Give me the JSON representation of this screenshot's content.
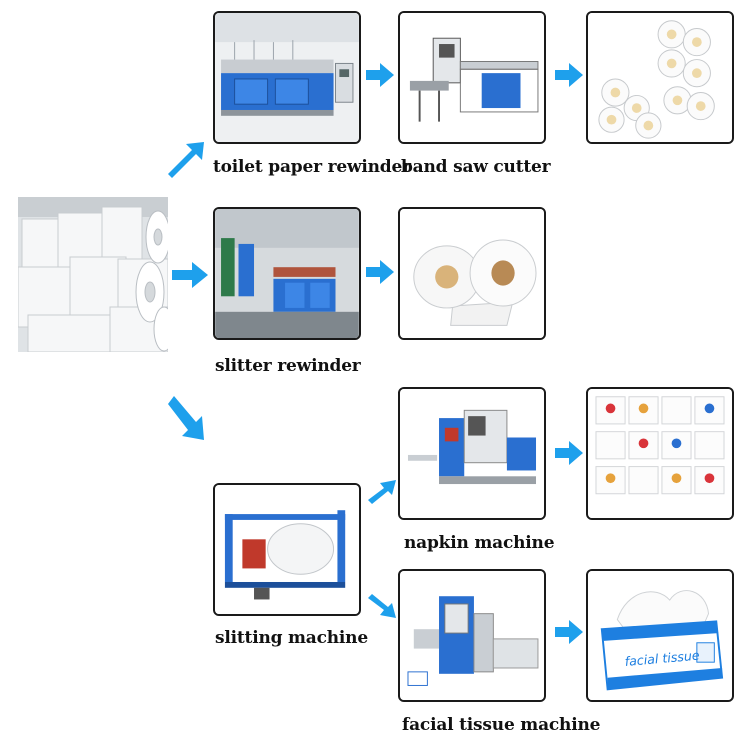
{
  "labels": {
    "toilet_paper_rewinder": "toilet paper rewinder",
    "band_saw_cutter": "band saw cutter",
    "slitter_rewinder": "slitter rewinder",
    "napkin_machine": "napkin machine",
    "slitting_machine": "slitting machine",
    "facial_tissue_machine": "facial tissue machine"
  },
  "product_text": {
    "facial_tissue_pack": "facial tissue"
  },
  "icons": {
    "arrow": "blue-arrow-icon",
    "machine": "machine-photo",
    "product": "product-photo"
  },
  "colors": {
    "arrow": "#1ea0ec",
    "machine_blue": "#2a6fd0",
    "frame": "#1a1a1a"
  }
}
